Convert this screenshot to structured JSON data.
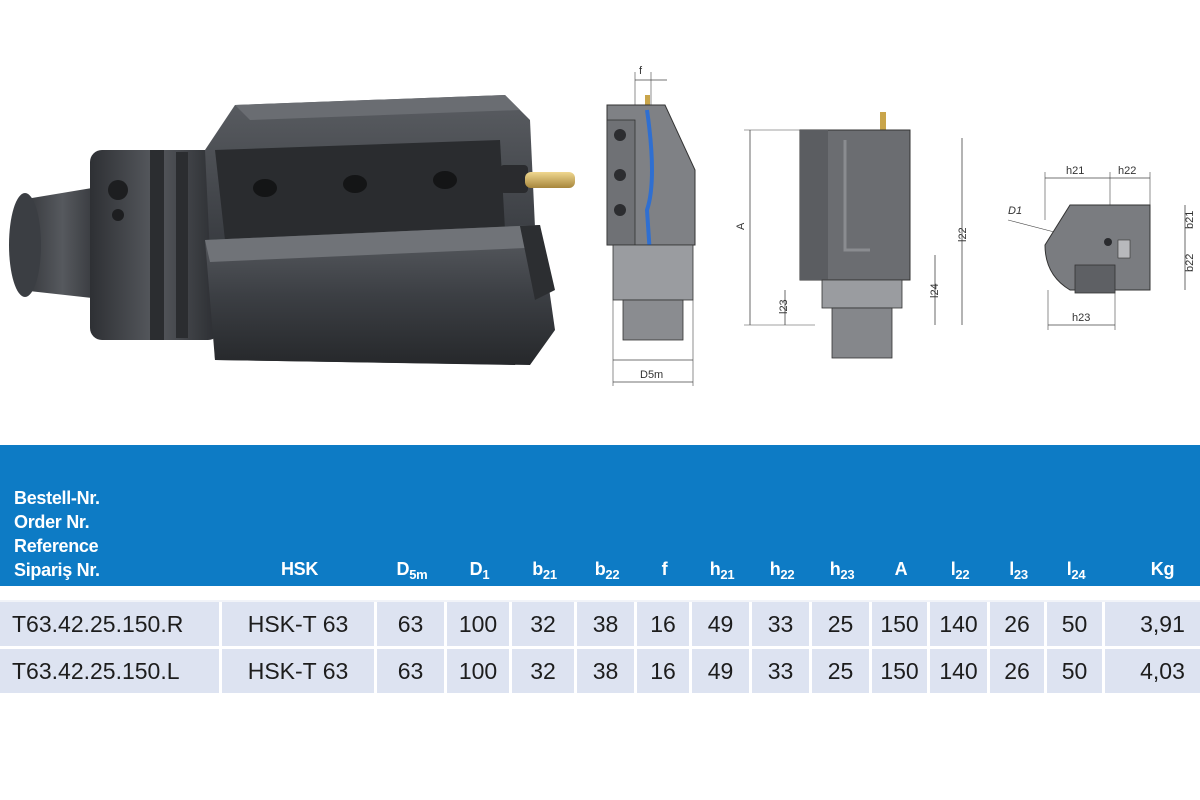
{
  "drawing_labels": {
    "f": "f",
    "d5m": "D5m",
    "a": "A",
    "l22": "l22",
    "l23": "l23",
    "l24": "l24",
    "h21": "h21",
    "h22": "h22",
    "h23": "h23",
    "b21": "b21",
    "b22": "b22",
    "d1": "D1"
  },
  "table": {
    "header_ref": [
      "Bestell-Nr.",
      "Order Nr.",
      "Reference",
      "Sipariş Nr."
    ],
    "columns": [
      {
        "main": "HSK",
        "sub": ""
      },
      {
        "main": "D",
        "sub": "5m"
      },
      {
        "main": "D",
        "sub": "1"
      },
      {
        "main": "b",
        "sub": "21"
      },
      {
        "main": "b",
        "sub": "22"
      },
      {
        "main": "f",
        "sub": ""
      },
      {
        "main": "h",
        "sub": "21"
      },
      {
        "main": "h",
        "sub": "22"
      },
      {
        "main": "h",
        "sub": "23"
      },
      {
        "main": "A",
        "sub": ""
      },
      {
        "main": "l",
        "sub": "22"
      },
      {
        "main": "l",
        "sub": "23"
      },
      {
        "main": "l",
        "sub": "24"
      },
      {
        "main": "Kg",
        "sub": ""
      }
    ],
    "rows": [
      [
        "T63.42.25.150.R",
        "HSK-T 63",
        "63",
        "100",
        "32",
        "38",
        "16",
        "49",
        "33",
        "25",
        "150",
        "140",
        "26",
        "50",
        "3,91"
      ],
      [
        "T63.42.25.150.L",
        "HSK-T 63",
        "63",
        "100",
        "32",
        "38",
        "16",
        "49",
        "33",
        "25",
        "150",
        "140",
        "26",
        "50",
        "4,03"
      ]
    ]
  }
}
